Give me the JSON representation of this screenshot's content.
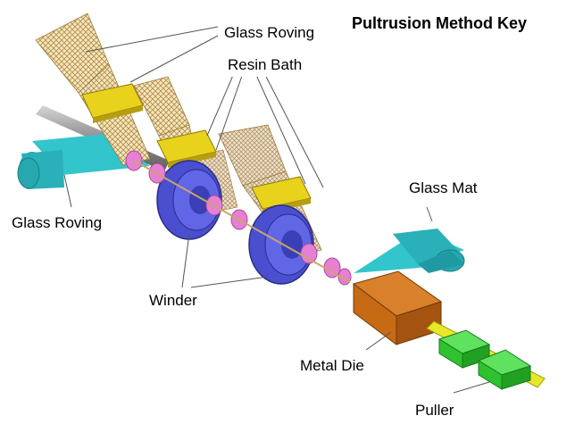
{
  "title": "Pultrusion Method Key",
  "labels": {
    "glass_roving_top": "Glass Roving",
    "resin_bath": "Resin Bath",
    "glass_roving_left": "Glass Roving",
    "glass_mat": "Glass Mat",
    "winder": "Winder",
    "metal_die": "Metal Die",
    "puller": "Puller"
  },
  "colors": {
    "glass_fabric": "#c9a55a",
    "resin_tray": "#e8d21c",
    "glass_mat": "#33c5cc",
    "winder_disc": "#6166e6",
    "guide_cone": "#e77fd3",
    "metal_die": "#c76a14",
    "puller": "#2ec22e",
    "rod": "#e8e82a",
    "feed_rod": "#9a9a9a"
  }
}
